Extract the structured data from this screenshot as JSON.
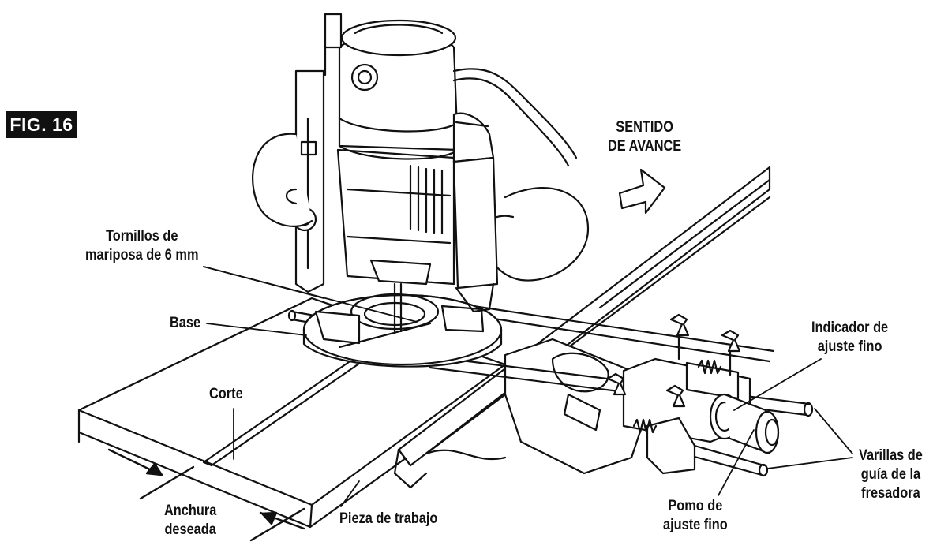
{
  "figure_label": "FIG. 16",
  "labels": {
    "feed_direction": [
      "SENTIDO",
      "DE AVANCE"
    ],
    "wing_screws": [
      "Tornillos de",
      "mariposa de 6 mm"
    ],
    "base": "Base",
    "cut": "Corte",
    "desired_width": [
      "Anchura",
      "deseada"
    ],
    "workpiece": "Pieza de trabajo",
    "fine_adjust_indicator": [
      "Indicador de",
      "ajuste fino"
    ],
    "fine_adjust_knob": [
      "Pomo de",
      "ajuste fino"
    ],
    "guide_rods": [
      "Varillas de",
      "guía de la",
      "fresadora"
    ]
  }
}
